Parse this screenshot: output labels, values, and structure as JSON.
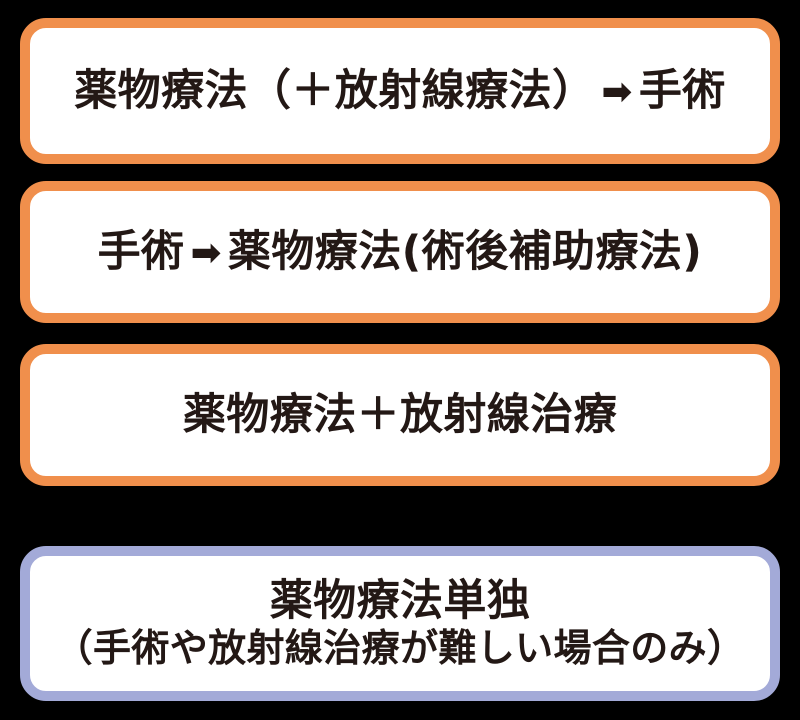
{
  "diagram": {
    "title": "",
    "colors": {
      "accent_orange": "#F08F4C",
      "accent_blue": "#A3AAD8",
      "text": "#231815",
      "box_fill": "#FFFFFF",
      "background": "#000000"
    },
    "arrow_glyph": "➡",
    "boxes": [
      {
        "id": "box-1",
        "accent": "#F08F4C",
        "lines": [
          {
            "segments": [
              {
                "type": "text",
                "value": "薬物療法（＋放射線療法）"
              },
              {
                "type": "arrow",
                "value": "➡"
              },
              {
                "type": "text",
                "value": "手術"
              }
            ],
            "plain": "薬物療法（＋放射線療法）➡手術"
          }
        ]
      },
      {
        "id": "box-2",
        "accent": "#F08F4C",
        "lines": [
          {
            "segments": [
              {
                "type": "text",
                "value": "手術"
              },
              {
                "type": "arrow",
                "value": "➡"
              },
              {
                "type": "text",
                "value": "薬物療法(術後補助療法)"
              }
            ],
            "plain": "手術➡薬物療法(術後補助療法)"
          }
        ]
      },
      {
        "id": "box-3",
        "accent": "#F08F4C",
        "lines": [
          {
            "segments": [
              {
                "type": "text",
                "value": "薬物療法＋放射線治療"
              }
            ],
            "plain": "薬物療法＋放射線治療"
          }
        ]
      },
      {
        "id": "box-4",
        "accent": "#A3AAD8",
        "lines": [
          {
            "segments": [
              {
                "type": "text",
                "value": "薬物療法単独"
              }
            ],
            "plain": "薬物療法単独"
          },
          {
            "segments": [
              {
                "type": "text",
                "value": "（手術や放射線治療が難しい場合のみ）"
              }
            ],
            "plain": "（手術や放射線治療が難しい場合のみ）"
          }
        ]
      }
    ]
  }
}
